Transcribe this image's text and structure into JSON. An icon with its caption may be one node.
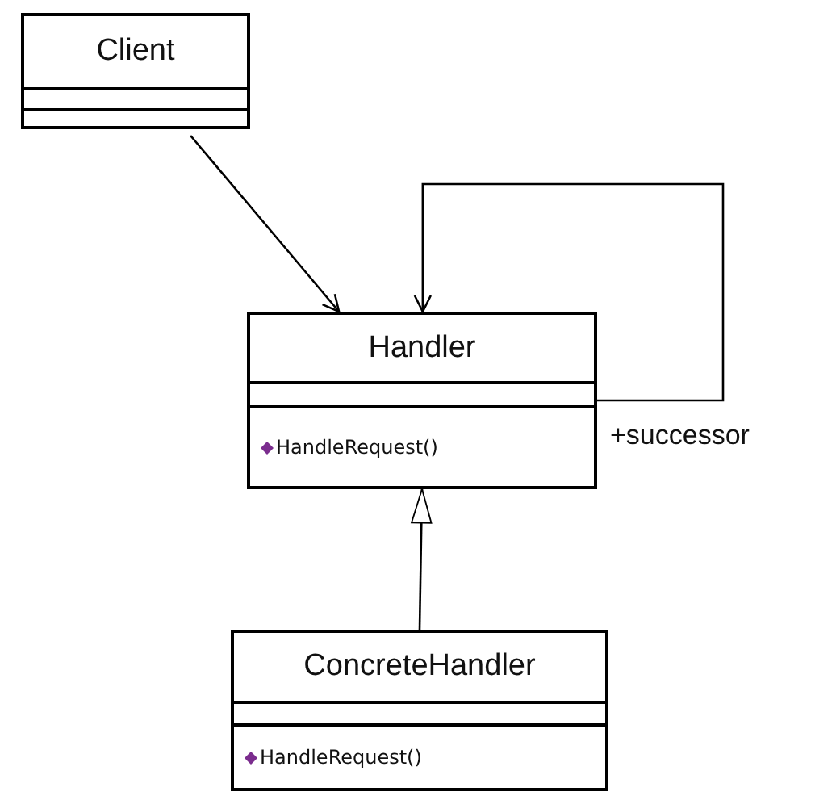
{
  "diagram": {
    "nodes": [
      {
        "text": [
          "Client"
        ]
      },
      {
        "text": [
          "Handler",
          "HandleRequest()"
        ]
      },
      {
        "text": [
          "ConcreteHandler",
          "HandleRequest()"
        ]
      }
    ],
    "edges": [
      {
        "from": 0,
        "to": 1,
        "arrow": "to"
      },
      {
        "from": 1,
        "to": 1,
        "arrow": "to",
        "label": "+successor"
      },
      {
        "from": 2,
        "to": 1,
        "arrow": "to"
      }
    ]
  }
}
